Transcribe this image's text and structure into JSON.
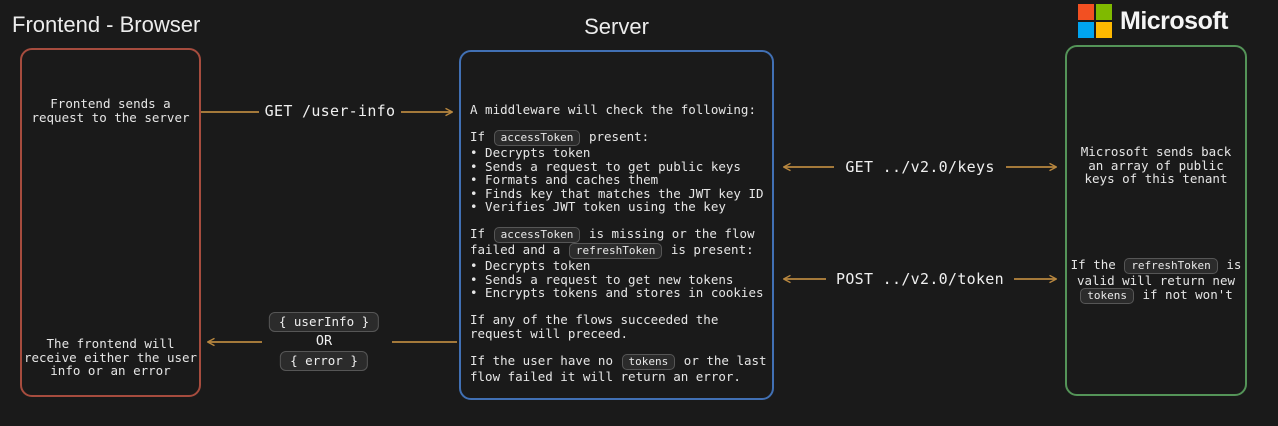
{
  "titles": {
    "frontend": "Frontend - Browser",
    "server": "Server",
    "microsoft": "Microsoft"
  },
  "colors": {
    "background": "#1a1a1a",
    "frontend_border": "#a64c3e",
    "server_border": "#4170b4",
    "microsoft_border": "#549458",
    "arrow": "#b8873f",
    "text": "#e6e6e6",
    "microsoft_logo": [
      "#f25022",
      "#7fba00",
      "#00a4ef",
      "#ffb900"
    ]
  },
  "frontend_box": {
    "top_note": "Frontend sends a\nrequest to the server",
    "bottom_note": "The frontend will\nreceive either the user\ninfo or an error"
  },
  "server_box": {
    "lines": [
      [
        [
          "text",
          "A middleware will check the following:"
        ]
      ],
      [],
      [
        [
          "text",
          "If "
        ],
        [
          "code",
          "accessToken"
        ],
        [
          "text",
          " present:"
        ]
      ],
      [
        [
          "text",
          "• Decrypts token"
        ]
      ],
      [
        [
          "text",
          "• Sends a request to get public keys"
        ]
      ],
      [
        [
          "text",
          "• Formats and caches them"
        ]
      ],
      [
        [
          "text",
          "• Finds key that matches the JWT key ID"
        ]
      ],
      [
        [
          "text",
          "• Verifies JWT token using the key"
        ]
      ],
      [],
      [
        [
          "text",
          "If "
        ],
        [
          "code",
          "accessToken"
        ],
        [
          "text",
          " is missing or the flow"
        ]
      ],
      [
        [
          "text",
          "failed and a "
        ],
        [
          "code",
          "refreshToken"
        ],
        [
          "text",
          " is present:"
        ]
      ],
      [
        [
          "text",
          "• Decrypts token"
        ]
      ],
      [
        [
          "text",
          "• Sends a request to get new tokens"
        ]
      ],
      [
        [
          "text",
          "• Encrypts tokens and stores in cookies"
        ]
      ],
      [],
      [
        [
          "text",
          "If any of the flows succeeded the"
        ]
      ],
      [
        [
          "text",
          "request will preceed."
        ]
      ],
      [],
      [
        [
          "text",
          "If the user have no "
        ],
        [
          "code",
          "tokens"
        ],
        [
          "text",
          " or the last"
        ]
      ],
      [
        [
          "text",
          "flow failed it will return an error."
        ]
      ]
    ]
  },
  "microsoft_box": {
    "note1": "Microsoft sends back\nan array of public\nkeys of this tenant",
    "note2_lines": [
      [
        [
          "text",
          "If the "
        ],
        [
          "code",
          "refreshToken"
        ],
        [
          "text",
          " is"
        ]
      ],
      [
        [
          "text",
          "valid will return new"
        ]
      ],
      [
        [
          "code",
          "tokens"
        ],
        [
          "text",
          " if not won't"
        ]
      ]
    ]
  },
  "arrows": {
    "get_user_info": "GET /user-info",
    "get_keys": "GET ../v2.0/keys",
    "post_token": "POST ../v2.0/token",
    "return_userinfo": "{ userInfo }",
    "return_or": "OR",
    "return_error": "{ error }"
  }
}
